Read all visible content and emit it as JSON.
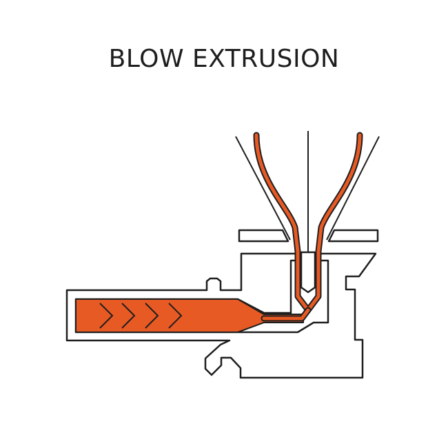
{
  "title": "BLOW EXTRUSION",
  "colors": {
    "outline": "#1e1e1e",
    "molten_plastic": "#e85a24",
    "background": "#ffffff"
  },
  "diagram": {
    "components": [
      "extruder-barrel",
      "screw-flights",
      "die-head",
      "mandrel",
      "blown-tube",
      "air-ring-left",
      "air-ring-right",
      "collapsing-frame"
    ],
    "screw_chevron_count": 4
  }
}
